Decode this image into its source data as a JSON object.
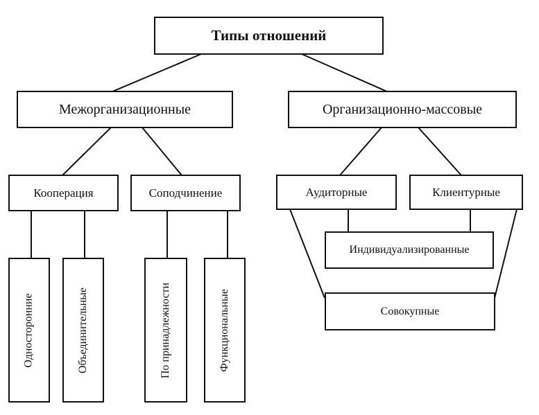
{
  "root": "Типы отношений",
  "branches": [
    {
      "label": "Межорганизационные",
      "children": [
        {
          "label": "Кооперация",
          "children": [
            "Односторонние",
            "Объединительные"
          ]
        },
        {
          "label": "Соподчинение",
          "children": [
            "По принадлежности",
            "Функциональные"
          ]
        }
      ]
    },
    {
      "label": "Организационно-массовые",
      "children": [
        {
          "label": "Аудиторные"
        },
        {
          "label": "Клиентурные"
        }
      ],
      "shared": [
        "Индивидуализированные",
        "Совокупные"
      ]
    }
  ]
}
